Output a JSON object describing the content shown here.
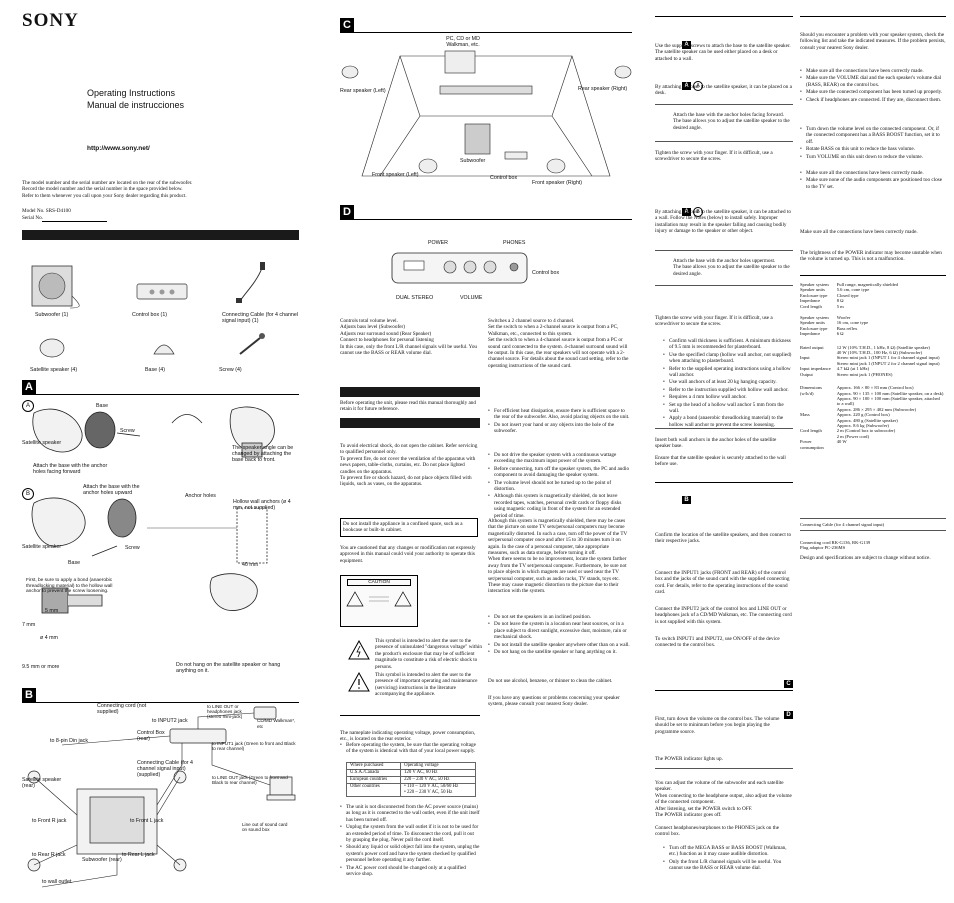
{
  "col1": {
    "brand": "SONY",
    "title_en": "Operating Instructions",
    "title_es": "Manual de instrucciones",
    "url": "http://www.sony.net/",
    "model_note": "The model number and the serial number are located on the rear of the subwoofer.\nRecord the model number and the serial number in the space provided below.\nRefer to them whenever you call upon your Sony dealer regarding this product.",
    "model_no": "Model No. SRS-D4100",
    "serial_no": "Serial No.",
    "parts": [
      "Subwoofer (1)",
      "Control box (1)",
      "Connecting Cable (for 4 channel signal input) (1)",
      "Satellite speaker (4)",
      "Base (4)",
      "Screw (4)"
    ],
    "section_a": "A",
    "fig_a_a": "A",
    "fig_a_b": "B",
    "a_labels": {
      "base": "Base",
      "screw": "Screw",
      "satellite": "Satellite speaker",
      "attach_fwd": "Attach the base with the anchor holes facing forward",
      "angle": "The speaker angle can be changed by attaching the base back to front.",
      "attach_up": "Attach the base with the anchor holes upward",
      "anchor_holes": "Anchor holes",
      "hollow": "Hollow wall anchors (ø 4 mm, not supplied)",
      "satellite2": "Satellite speaker",
      "base2": "Base",
      "screw2": "Screw",
      "mm40": "40 mm",
      "first": "First, be sure to apply a bond (anaerobic threadlocking material) to the hollow wall anchor to prevent the screw loosening.",
      "mm5": "5 mm",
      "mm7": "7 mm",
      "mm4": "ø 4 mm",
      "mm95": "9.5 mm or more",
      "do_not_hang": "Do not hang on the satellite speaker or hang anything on it."
    },
    "section_b": "B",
    "b_labels": {
      "cord": "Connecting cord (not supplied)",
      "input2": "to INPUT2 jack",
      "line_out": "to LINE OUT or headphones jack (stereo mini-jack)",
      "cd_walkman": "CD/MD Walkman*, etc",
      "din": "to 8-pin Din jack",
      "control_box": "Control Box (rear)",
      "input1": "to INPUT1 jack (Green to front and Black to rear channel)",
      "cable": "Connecting Cable (for 4 channel signal input) (supplied)",
      "line_out2": "to LINE OUT jack (Green to front and Black to rear channel)",
      "sat_rear": "Satellite speaker (rear)",
      "line_out3": "Line out of sound card on sound box",
      "front_r": "to Front R jack",
      "front_l": "to Front L jack",
      "subwoofer": "Subwoofer (rear)",
      "rear_r": "to Rear R jack",
      "rear_l": "to Rear L jack",
      "wall": "to wall outlet"
    }
  },
  "col2": {
    "section_c": "C",
    "c_labels": {
      "pc": "PC, CD or MD Walkman, etc.",
      "rear_left": "Rear speaker (Left)",
      "rear_right": "Rear speaker (Right)",
      "subwoofer": "Subwoofer",
      "front_left": "Front speaker (Left)",
      "control_box": "Control box",
      "front_right": "Front speaker (Right)"
    },
    "section_d": "D",
    "d_labels": {
      "power": "POWER",
      "phones": "PHONES",
      "control_box": "Control box",
      "dual_stereo": "DUAL STEREO",
      "volume": "VOLUME"
    },
    "ctrl_left": "Controls total volume level.\nAdjusts bass level (Subwoofer)\nAdjusts rear surround sound (Rear Speaker)\nConnect to headphones for personal listening\nIn this case, only the front L/R channel signals will be useful. You cannot use the BASS or REAR volume dial.",
    "ctrl_right": "Switches a 2 channel source to 4 channel.\nSet the switch to        when a 2-channel source is output from a PC, Walkman, etc., connected to this system.\nSet the switch to        when a 4-channel source is output from a PC or sound card connected to the system. 4-channel surround sound will be output. In this case, the rear speakers will not operate with a 2-channel source. For details about the sound card setting, refer to the operating instructions of the sound card.",
    "warn_intro": "Before operating the unit, please read this manual thoroughly and retain it for future reference.",
    "warn_body": "To avoid electrical shock, do not open the cabinet. Refer servicing to qualified personnel only.\nTo prevent fire, do not cover the ventilation of the apparatus with news papers, table-cloths, curtains, etc. Do not place lighted candles on the apparatus.\nTo prevent fire or shock hazard, do not place objects filled with liquids, such as vases, on the apparatus.",
    "warn_box": "Do not install the appliance in a confined space, such as a bookcase or built-in cabinet.",
    "caution_mod": "You are cautioned that any changes or modification not expressly approved in this manual could void your authority to operate this equipment.",
    "caution_label_title": "CAUTION",
    "symbol1": "This symbol is intended to alert the user to the presence of uninsulated \"dangerous voltage\" within the product's enclosure that may be of sufficient magnitude to constitute a risk of electric shock to persons.",
    "symbol2": "This symbol is intended to alert the user to the presence of important operating and maintenance (servicing) instructions in the literature accompanying the appliance.",
    "nameplate": "The nameplate indicating operating voltage, power consumption, etc., is located on the rear exterior.",
    "b_before": "Before operating the system, be sure that the operating voltage of the system is identical with that of your local power supply.",
    "volt_head": [
      "Where purchased",
      "Operating voltage"
    ],
    "volt_rows": [
      [
        "U.S.A./Canada",
        "120 V AC, 60 Hz"
      ],
      [
        "European countries",
        "220 – 230 V AC, 50 Hz"
      ],
      [
        "Other countries",
        "• 110 – 120 V AC, 50/60 Hz\n• 220 – 230 V AC, 50 Hz"
      ]
    ],
    "power_bullets": [
      "The unit is not disconnected from the AC power source (mains) as long as it is connected to the wall outlet, even if the unit itself has been turned off.",
      "Unplug the system from the wall outlet if it is not to be used for an extended period of time. To disconnect the cord, pull it out by grasping the plug. Never pull the cord itself.",
      "Should any liquid or solid object fall into the system, unplug the system's power cord and have the system checked by qualified personnel before operating it any further.",
      "The AC power cord should be changed only at a qualified service shop."
    ],
    "heat_bullets": [
      "For efficient heat dissipation, ensure there is sufficient space to the rear of the subwoofer. Also, avoid placing objects on the unit.",
      "Do not insert your hand or any objects into the hole of the subwoofer."
    ],
    "op_bullets": [
      "Do not drive the speaker system with a continuous wattage exceeding the maximum input power of the system.",
      "Before connecting, turn off the speaker system, the PC and audio component to avoid damaging the speaker system.",
      "The volume level should not be turned up to the point of distortion.",
      "Although this system is magnetically shielded, do not leave recorded tapes, watches, personal credit cards or floppy disks using magnetic coding in front of the system for an extended period of time."
    ],
    "magnet": "Although this system is magnetically shielded, there may be cases that the picture on some TV sets/personal computers may become magnetically distorted. In such a case, turn off the power of the TV set/personal computer once and after 15 to 30 minutes turn it on again. In the case of a personal computer, take appropriate measures, such as data storage, before turning it off.\nWhen there seems to be no improvement, locate the system farther away from the TV set/personal computer. Furthermore, be sure not to place objects in which magnets are used or used near the TV set/personal computer, such as audio racks, TV stands, toys etc. These may cause magnetic distortion to the picture due to their interaction with the system.",
    "place_bullets": [
      "Do not set the speakers in an inclined position.",
      "Do not leave the system in a location near heat sources, or in a place subject to direct sunlight, excessive dust, moisture, rain or mechanical shock.",
      "Do not install the satellite speaker anywhere other than on a wall.",
      "Do not hang on the satellite speaker or hang anything on it."
    ],
    "clean": "Do not use alcohol, benzene, or thinner to clean the cabinet.",
    "questions": "If you have any questions or problems concerning your speaker system, please consult your nearest Sony dealer."
  },
  "col3": {
    "sec_a": "A",
    "a_intro": "Use the supplied screws to attach the base to the satellite speaker. The satellite speaker can be used either placed on a desk or attached to a wall.",
    "aa_sub": "A",
    "aa_o": "A",
    "aa_intro": "By attaching the base to the satellite speaker, it can be placed on a desk.",
    "aa_step1": "Attach the base with the anchor holes facing forward.\nThe base allows you to adjust the satellite speaker to the desired angle.",
    "aa_step2": "Tighten the screw with your finger. If it is difficult, use a screwdriver to secure the screw.",
    "ab_sub": "A",
    "ab_o": "B",
    "ab_intro": "By attaching the base to the satellite speaker, it can be attached to a wall. Follow the Notes (below) to install safely. Improper installation may result in the speaker falling and causing bodily injury or damage to the speaker or other object.",
    "ab_step1": "Attach the base with the anchor holes uppermost.\nThe base allows you to adjust the satellite speaker to the desired angle.",
    "ab_step2": "Tighten the screw with your finger. If it is difficult, use a screwdriver to secure the screw.",
    "wall_bullets": [
      "Confirm wall thickness is sufficient. A minimum thickness of 9.5 mm is recommended for plasterboard.",
      "Use the specified clamp (hollow wall anchor, not supplied) when attaching to plasterboard.",
      "Refer to the supplied operating instructions using a hollow wall anchor.",
      "Use wall anchors of at least 20 kg hanging capacity.",
      "Refer to the instruction supplied with hollow wall anchor.",
      "Requires a 4 mm hollow wall anchor.",
      "Set up the head of a hollow wall anchor 5 mm from the wall.",
      "Apply a bond (anaerobic threadlocking material) to the hollow wall anchor to prevent the screw loosening."
    ],
    "insert": "Insert both wall anchors in the anchor holes of the satellite speaker base.",
    "ensure": "Ensure that the satellite speaker is securely attached to the wall before use.",
    "sec_b": "B",
    "b_confirm": "Confirm the location of the satellite speakers, and then connect to their respective jacks.",
    "b_input1": "Connect the INPUT1 jacks (FRONT and REAR) of the control box and the jacks of the sound card with the supplied connecting cord. For details, refer to the operating instructions of the sound card.",
    "b_input2": "Connect the INPUT2 jack of the control box and LINE OUT or headphones jack of a CD/MD Walkman, etc. The connecting cord is not supplied with this system.",
    "b_switch": "To switch INPUT1 and INPUT2, use ON/OFF of the device connected to the control box.",
    "sec_c": "C",
    "sec_d": "D",
    "d_first": "First, turn down the volume on the control box. The volume should be set to minimum before you begin playing the programme source.",
    "d_power": "The POWER indicator lights up.",
    "d_adjust": "You can adjust the volume of the subwoofer and each satellite speaker.\nWhen connecting to the headphone output, also adjust the volume of the connected component.\nAfter listening, set the POWER switch to OFF.\nThe POWER indicator goes off.",
    "d_phones": "Connect headphones/earphones to the PHONES jack on the control box.",
    "d_bullets": [
      "Turn off the MEGA BASS or BASS BOOST (Walkman, etc.) function as it may cause audible distortion.",
      "Only the front L/R channel signals will be useful. You cannot use the BASS or REAR volume dial."
    ]
  },
  "col4": {
    "intro": "Should you encounter a problem with your speaker system, check the following list and take the indicated measures. If the problem persists, consult your nearest Sony dealer.",
    "g1": [
      "Make sure all the connections have been correctly made.",
      "Make sure the VOLUME dial and the each speaker's volume dial (BASS, REAR) on the control box.",
      "Make sure the connected component has been turned up properly.",
      "Check if headphones are connected. If they are, disconnect them."
    ],
    "g2": [
      "Turn down the volume level on the connected component. Or, if the connected component has a BASS BOOST function, set it to off.",
      "Rotate BASS on this unit to reduce the bass volume.",
      "Turn VOLUME on this unit down to reduce the volume."
    ],
    "g3": [
      "Make sure all the connections have been correctly made.",
      "Make sure none of the audio components are positioned too close to the TV set."
    ],
    "g4": "Make sure all the connections have been correctly made.",
    "g5": "The brightness of the POWER indicator may become unstable when the volume is turned up. This is not a malfunction.",
    "spec_rows": [
      [
        "Speaker system",
        "Full range, magnetically shielded"
      ],
      [
        "Speaker units",
        "5.6 cm, cone type"
      ],
      [
        "Enclosure type",
        "Closed type"
      ],
      [
        "Impedance",
        "8 Ω"
      ],
      [
        "Cord length",
        "5 m"
      ],
      [
        "",
        ""
      ],
      [
        "Speaker system",
        "Woofer"
      ],
      [
        "Speaker units",
        "16 cm, cone type"
      ],
      [
        "Enclosure type",
        "Bass reflex"
      ],
      [
        "Impedance",
        "6 Ω"
      ],
      [
        "",
        ""
      ],
      [
        "Rated output",
        "12 W (10% T.H.D., 1 kHz, 8 Ω) (Satellite speaker)\n40 W (10% T.H.D., 100 Hz, 6 Ω) (Subwoofer)"
      ],
      [
        "Input",
        "Stereo mini jack  1 (INPUT 1 for 4 channel signal input)\nStereo mini jack  1 (INPUT 2 for 2 channel signal input)"
      ],
      [
        "Input impedance",
        "4.7 kΩ (at 1 kHz)"
      ],
      [
        "Output",
        "Stereo mini jack  1 (PHONES)"
      ],
      [
        "",
        ""
      ],
      [
        "Dimensions (w/h/d)",
        "Approx. 166 × 80 × 83 mm (Control box)\nApprox. 90 × 135 × 100 mm (Satellite speaker, on a desk)\nApprox. 90 × 100 × 100 mm (Satellite speaker, attached to a wall)\nApprox. 286 × 295 × 402 mm (Subwoofer)"
      ],
      [
        "Mass",
        "Approx. 220 g (Control box)\nApprox. 480 g (Satellite speaker)\nApprox. 8.6 kg (Subwoofer)"
      ],
      [
        "Cord length",
        "2 m (Control box to subwoofer)\n2 m (Power cord)"
      ],
      [
        "Power consumption",
        "40 W"
      ]
    ],
    "spec_cable": "Connecting Cable (for 4 channel signal input)",
    "spec_opt": "Connecting cord   RK-G136, RK-G139\nPlug adaptor   PC-236MS",
    "spec_note": "Design and specifications are subject to change without notice."
  }
}
